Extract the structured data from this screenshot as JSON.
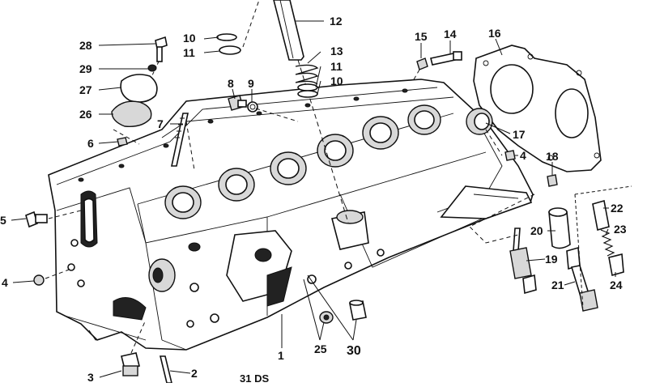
{
  "diagram": {
    "footer_text": "31 DS",
    "callouts": [
      {
        "id": "c1",
        "label": "1"
      },
      {
        "id": "c2",
        "label": "2"
      },
      {
        "id": "c3",
        "label": "3"
      },
      {
        "id": "c4a",
        "label": "4"
      },
      {
        "id": "c4b",
        "label": "4"
      },
      {
        "id": "c5",
        "label": "5"
      },
      {
        "id": "c6",
        "label": "6"
      },
      {
        "id": "c7",
        "label": "7"
      },
      {
        "id": "c8",
        "label": "8"
      },
      {
        "id": "c9",
        "label": "9"
      },
      {
        "id": "c10a",
        "label": "10"
      },
      {
        "id": "c10b",
        "label": "10"
      },
      {
        "id": "c11a",
        "label": "11"
      },
      {
        "id": "c11b",
        "label": "11"
      },
      {
        "id": "c12",
        "label": "12"
      },
      {
        "id": "c13",
        "label": "13"
      },
      {
        "id": "c14",
        "label": "14"
      },
      {
        "id": "c15",
        "label": "15"
      },
      {
        "id": "c16",
        "label": "16"
      },
      {
        "id": "c17",
        "label": "17"
      },
      {
        "id": "c18",
        "label": "18"
      },
      {
        "id": "c19",
        "label": "19"
      },
      {
        "id": "c20",
        "label": "20"
      },
      {
        "id": "c21",
        "label": "21"
      },
      {
        "id": "c22",
        "label": "22"
      },
      {
        "id": "c23",
        "label": "23"
      },
      {
        "id": "c24",
        "label": "24"
      },
      {
        "id": "c25",
        "label": "25"
      },
      {
        "id": "c26",
        "label": "26"
      },
      {
        "id": "c27",
        "label": "27"
      },
      {
        "id": "c28",
        "label": "28"
      },
      {
        "id": "c29",
        "label": "29"
      },
      {
        "id": "c30",
        "label": "30"
      }
    ]
  }
}
